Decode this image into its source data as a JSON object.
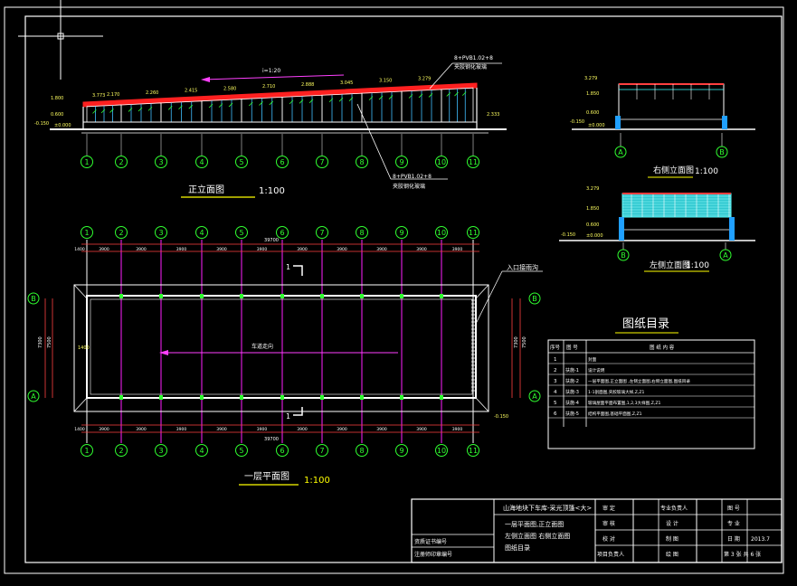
{
  "views": {
    "front_title": "正立面图",
    "front_scale": "1:100",
    "right_title": "右侧立面图",
    "right_scale": "1:100",
    "left_title": "左侧立面图",
    "left_scale": "1:100",
    "plan_title": "一层平面图",
    "plan_scale": "1:100"
  },
  "front": {
    "slope_label": "i=1:20",
    "note_top_1": "8+PVB1.02+8",
    "note_top_2": "夹胶钢化玻璃",
    "note_bottom_1": "8+PVB1.02+8",
    "note_bottom_2": "夹胶钢化玻璃",
    "levels": [
      "1.800",
      "0.600",
      "-0.150",
      "±0.000",
      "3.773",
      "2.333"
    ],
    "span_marks": [
      "2.170",
      "2.260",
      "2.415",
      "2.580",
      "2.710",
      "2.888",
      "3.045",
      "3.150",
      "3.279"
    ],
    "grid": [
      "1",
      "2",
      "3",
      "4",
      "5",
      "6",
      "7",
      "8",
      "9",
      "10",
      "11"
    ]
  },
  "right": {
    "levels": [
      "3.279",
      "1.850",
      "0.600",
      "-0.150",
      "±0.000"
    ],
    "grid": [
      "A",
      "B"
    ]
  },
  "left": {
    "levels": [
      "3.279",
      "1.850",
      "0.600",
      "-0.150",
      "±0.000"
    ],
    "grid": [
      "B",
      "A"
    ]
  },
  "plan": {
    "total_dim": "39700",
    "bay_dims": [
      "1400",
      "3900",
      "3900",
      "3900",
      "3900",
      "3900",
      "3900",
      "3900",
      "3900",
      "3900",
      "3900"
    ],
    "entrance_label": "入口接雨沟",
    "direction_label": "车道走向",
    "section_mark": "1",
    "depth_dims": [
      "7300",
      "7500",
      "1400"
    ],
    "grid_x": [
      "1",
      "2",
      "3",
      "4",
      "5",
      "6",
      "7",
      "8",
      "9",
      "10",
      "11"
    ],
    "grid_y": [
      "B",
      "A"
    ],
    "level": "-0.150"
  },
  "catalog": {
    "title": "图纸目录",
    "headers": [
      "序号",
      "图 号",
      "图 纸 内 容"
    ],
    "rows": [
      [
        "1",
        "",
        "封面"
      ],
      [
        "2",
        "扶施-1",
        "设计说明"
      ],
      [
        "3",
        "扶施-2",
        "一层平面图,正立面图 ,左侧立面图,右侧立面图,图纸目录"
      ],
      [
        "4",
        "扶施-3",
        "1-1剖面图,夹胶玻璃大样,Z,Z1"
      ],
      [
        "5",
        "扶施-4",
        "玻璃屋面平面布置图,1,2,3大样图,Z,Z1"
      ],
      [
        "6",
        "扶施-5",
        "结构平面图,基础平面图,Z,Z1"
      ]
    ]
  },
  "title_block": {
    "project": "山海地块下车库-采光顶篷<大>",
    "drawing_1": "一层平面图,正立面图",
    "drawing_2": "左侧立面图  右侧立面图",
    "drawing_3": "图纸目录",
    "role_1": "审 定",
    "role_2": "审 核",
    "role_3": "校 对",
    "role_4": "项目负责人",
    "role_5": "专业负责人",
    "role_6": "设 计",
    "role_7": "制 图",
    "role_8": "绘 图",
    "label_no": "图 号",
    "label_major": "专 业",
    "label_date": "日 期",
    "date_value": "2013.7",
    "sheet": "第 3 张 共 6 张",
    "cert_1": "资质证书编号",
    "cert_2": "注册师印章编号"
  }
}
